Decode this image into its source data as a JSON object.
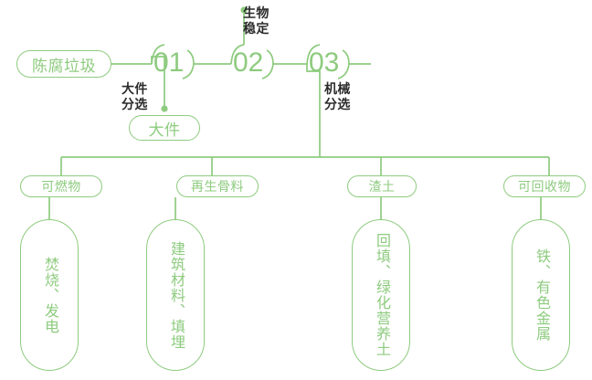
{
  "theme": {
    "accent": "#8ecb7f",
    "text_dark": "#2a2a2a",
    "background": "#ffffff"
  },
  "diagram": {
    "type": "process-flow",
    "source_node": {
      "label": "陈腐垃圾"
    },
    "stages": [
      {
        "number": "01",
        "note": "大件\n分选",
        "output": "大件"
      },
      {
        "number": "02",
        "note": "生物\n稳定",
        "output": null
      },
      {
        "number": "03",
        "note": "机械\n分选",
        "output": null
      }
    ],
    "stage_notes": {
      "s1_line1": "大件",
      "s1_line2": "分选",
      "s2_line1": "生物",
      "s2_line2": "稳定",
      "s3_line1": "机械",
      "s3_line2": "分选"
    },
    "side_output": {
      "label": "大件"
    },
    "fractions": [
      {
        "label": "可燃物",
        "uses": "焚烧、发电"
      },
      {
        "label": "再生骨料",
        "uses": "建筑材料、填埋"
      },
      {
        "label": "渣土",
        "uses": "回填、绿化营养土"
      },
      {
        "label": "可回收物",
        "uses": "铁、有色金属"
      }
    ]
  }
}
